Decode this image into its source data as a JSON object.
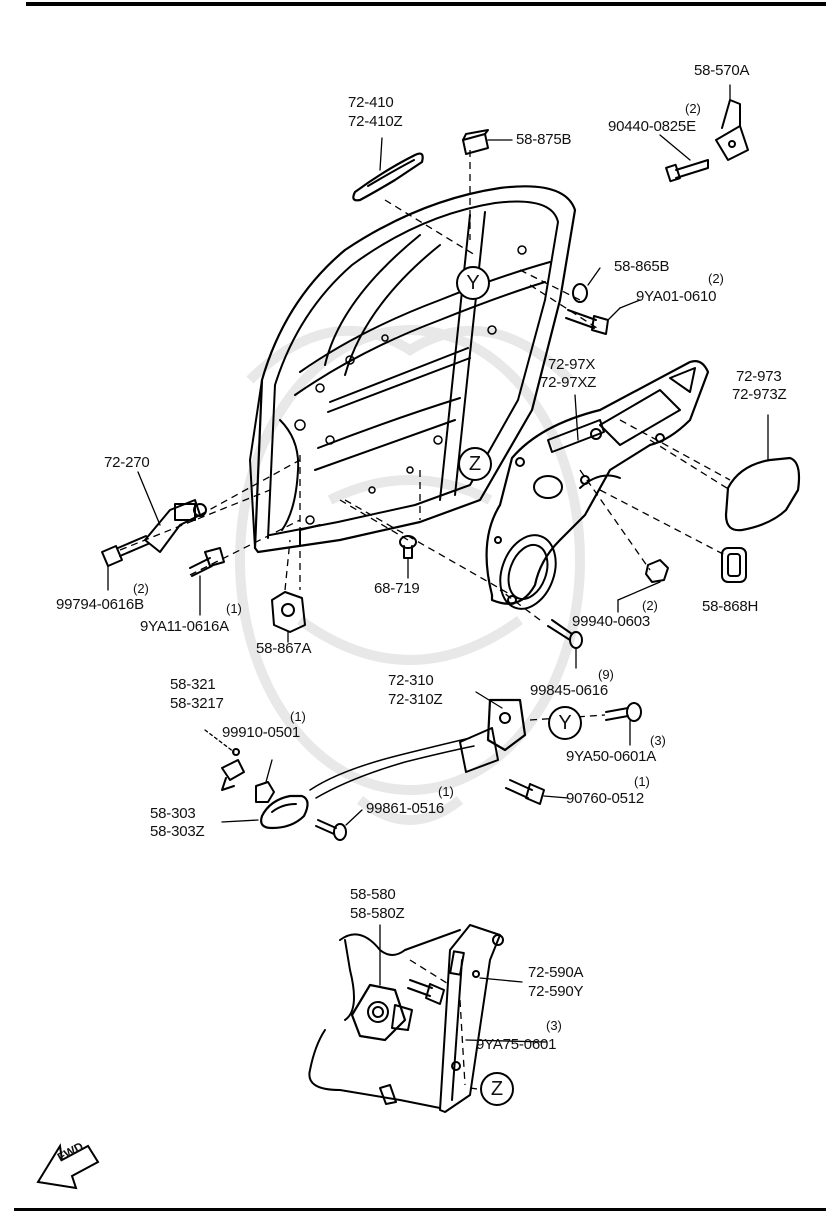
{
  "labels": {
    "l58_570A": "58-570A",
    "l90440": "90440-0825E",
    "l72_410": "72-410",
    "l72_410Z": "72-410Z",
    "l58_875B": "58-875B",
    "l58_865B": "58-865B",
    "l9YA01": "9YA01-0610",
    "l72_97X": "72-97X",
    "l72_97XZ": "72-97XZ",
    "l72_973": "72-973",
    "l72_973Z": "72-973Z",
    "l72_270": "72-270",
    "l99794": "99794-0616B",
    "l9YA11": "9YA11-0616A",
    "l58_867A": "58-867A",
    "l68_719": "68-719",
    "l99940": "99940-0603",
    "l58_868H": "58-868H",
    "l99845": "99845-0616",
    "l58_321": "58-321",
    "l58_3217": "58-3217",
    "l99910": "99910-0501",
    "l72_310": "72-310",
    "l72_310Z": "72-310Z",
    "l9YA50": "9YA50-0601A",
    "l90760": "90760-0512",
    "l58_303": "58-303",
    "l58_303Z": "58-303Z",
    "l99861": "99861-0516",
    "l58_580": "58-580",
    "l58_580Z": "58-580Z",
    "l72_590A": "72-590A",
    "l72_590Y": "72-590Y",
    "l9YA75": "9YA75-0601"
  },
  "quantities": {
    "q90440": "(2)",
    "q9YA01": "(2)",
    "q99794": "(2)",
    "q9YA11": "(1)",
    "q99940": "(2)",
    "q99845": "(9)",
    "q99910": "(1)",
    "q9YA50": "(3)",
    "q90760": "(1)",
    "q99861": "(1)",
    "q9YA75": "(3)"
  },
  "callouts": {
    "y_upper": "Y",
    "z_upper": "Z",
    "y_lower": "Y",
    "z_lower": "Z"
  },
  "direction_marker": "FWD",
  "colors": {
    "line": "#000000",
    "background": "#ffffff",
    "watermark": "#e6e6e6"
  }
}
